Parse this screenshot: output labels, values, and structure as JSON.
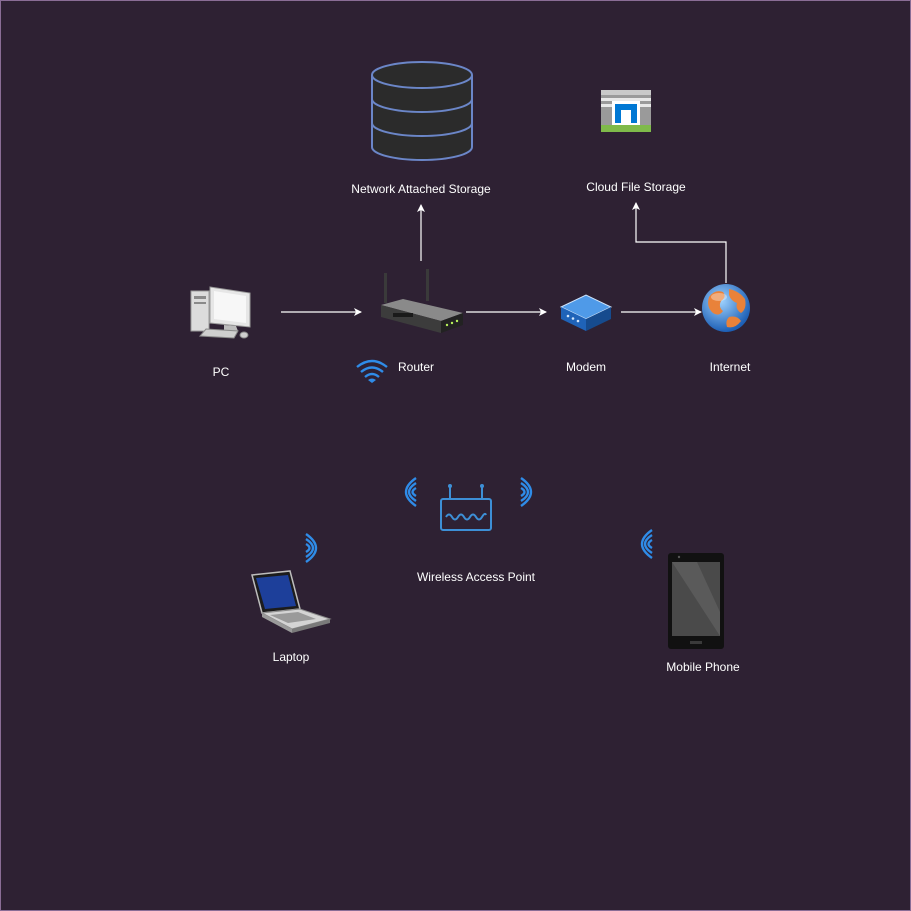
{
  "nodes": {
    "nas": {
      "label": "Network Attached Storage",
      "icon": "database-icon"
    },
    "cloud": {
      "label": "Cloud File Storage",
      "icon": "cloud-storage-icon"
    },
    "pc": {
      "label": "PC",
      "icon": "desktop-pc-icon"
    },
    "router": {
      "label": "Router",
      "icon": "router-icon"
    },
    "modem": {
      "label": "Modem",
      "icon": "modem-icon"
    },
    "internet": {
      "label": "Internet",
      "icon": "globe-icon"
    },
    "wap": {
      "label": "Wireless Access Point",
      "icon": "wireless-access-point-icon"
    },
    "laptop": {
      "label": "Laptop",
      "icon": "laptop-icon"
    },
    "phone": {
      "label": "Mobile Phone",
      "icon": "mobile-phone-icon"
    }
  },
  "connections": [
    {
      "from": "PC",
      "to": "Router"
    },
    {
      "from": "Router",
      "to": "Modem"
    },
    {
      "from": "Modem",
      "to": "Internet"
    },
    {
      "from": "Router",
      "to": "Network Attached Storage"
    },
    {
      "from": "Internet",
      "to": "Cloud File Storage"
    }
  ],
  "colors": {
    "background": "#2e2133",
    "border": "#8a6d96",
    "connector": "#ffffff",
    "wifi": "#2f8ce8",
    "text": "#ffffff"
  }
}
